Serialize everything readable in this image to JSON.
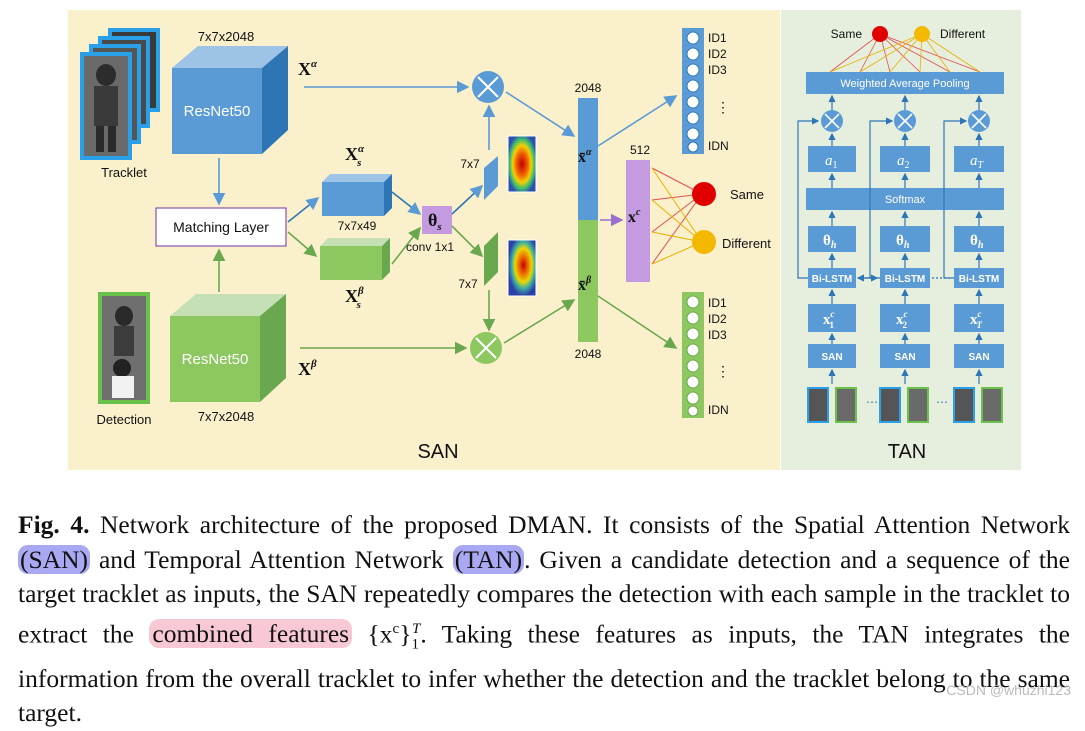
{
  "figure": {
    "san": {
      "section_label": "SAN",
      "tracklet_label": "Tracklet",
      "detection_label": "Detection",
      "resnet_top": "ResNet50",
      "resnet_bottom": "ResNet50",
      "dim_top": "7x7x2048",
      "dim_bottom": "7x7x2048",
      "matching_layer": "Matching Layer",
      "xs_dim": "7x7x49",
      "conv_label": "conv 1x1",
      "map_size_top": "7x7",
      "map_size_bottom": "7x7",
      "feat_top_dim": "2048",
      "feat_bottom_dim": "2048",
      "combined_dim": "512",
      "same_label": "Same",
      "different_label": "Different",
      "ids_top": [
        "ID1",
        "ID2",
        "ID3",
        "IDN"
      ],
      "ids_bottom": [
        "ID1",
        "ID2",
        "ID3",
        "IDN"
      ]
    },
    "tan": {
      "section_label": "TAN",
      "same_label": "Same",
      "different_label": "Different",
      "pooling_label": "Weighted Average Pooling",
      "softmax_label": "Softmax",
      "bilstm_label": "Bi-LSTM",
      "san_label": "SAN",
      "ellipsis": "⋯"
    },
    "colors": {
      "blue": "#5b9bd5",
      "green": "#8dc760",
      "purple": "#c49ae0",
      "same_red": "#e00000",
      "different_orange": "#f5b800"
    }
  },
  "caption": {
    "fig_label": "Fig. 4.",
    "part1": " Network architecture of the proposed DMAN. It consists of the Spatial Attention Network ",
    "san_hl": "(SAN)",
    "part2": " and Temporal Attention Network ",
    "tan_hl": "(TAN)",
    "part3": ". Given a candidate detection and a sequence of the target tracklet as inputs, the SAN repeatedly compares the detection with each sample in the tracklet to extract the ",
    "combined_hl": "combined features",
    "part4_math": " {x",
    "part4_sup": "c",
    "part4_close": "}",
    "part4_sub": "1",
    "part4_supT": "T",
    "part5": ". Taking these features as inputs, the TAN integrates the information from the overall tracklet to infer whether the detection and the tracklet belong to the same target."
  },
  "watermark": "CSDN @whuzhi123"
}
